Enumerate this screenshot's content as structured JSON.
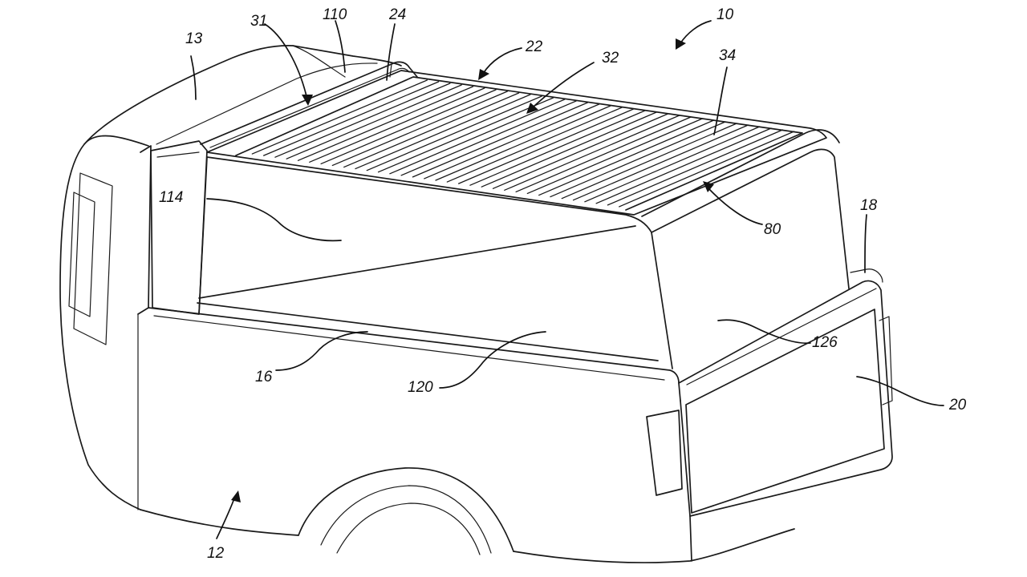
{
  "figure": {
    "labels": {
      "l10": "10",
      "l12": "12",
      "l13": "13",
      "l16": "16",
      "l18": "18",
      "l20": "20",
      "l22": "22",
      "l24": "24",
      "l31": "31",
      "l32": "32",
      "l34": "34",
      "l80": "80",
      "l110": "110",
      "l114": "114",
      "l120": "120",
      "l126": "126"
    }
  }
}
